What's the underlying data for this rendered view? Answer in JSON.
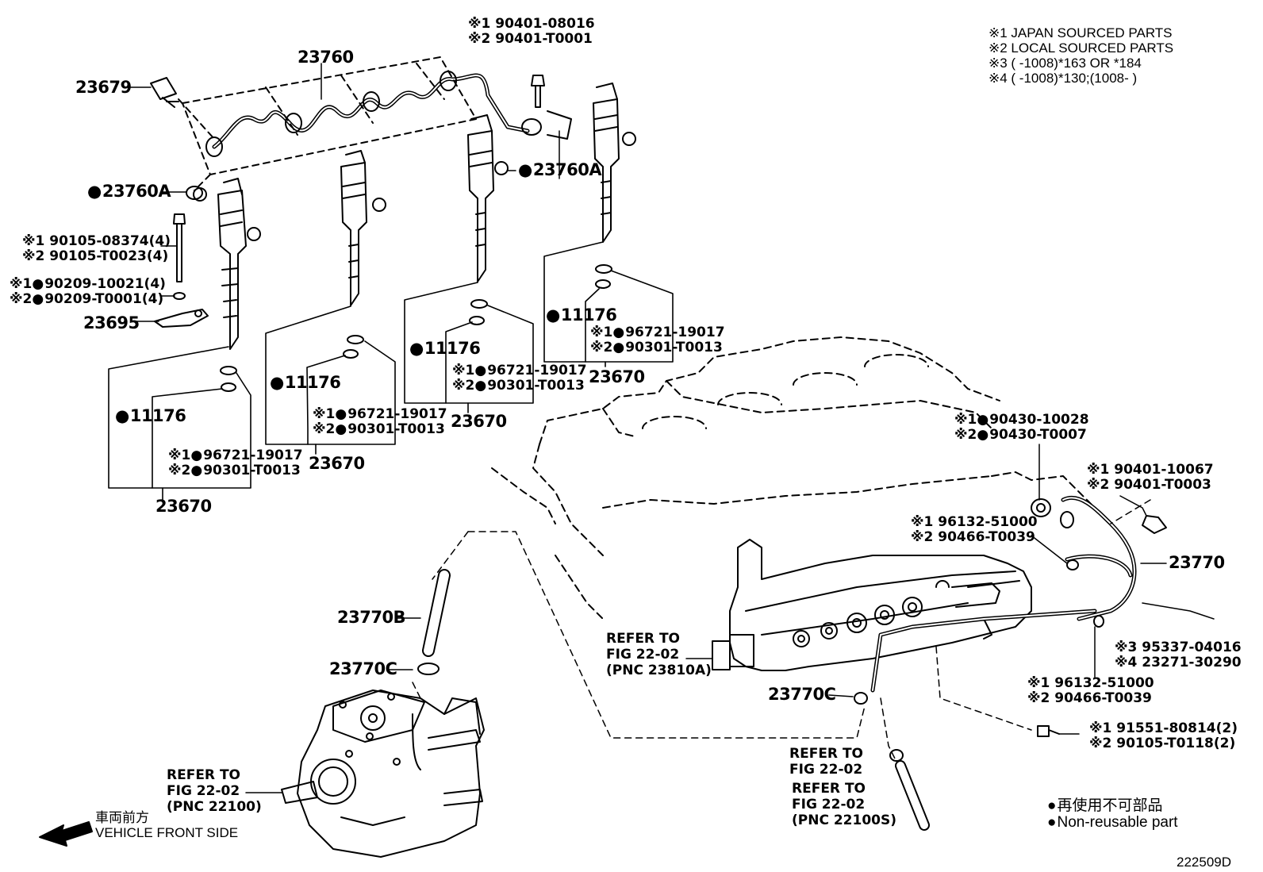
{
  "legend_notes": {
    "note1": "※1 JAPAN SOURCED PARTS",
    "note2": "※2 LOCAL SOURCED PARTS",
    "note3": "※3 (       -1008)*163 OR *184",
    "note4": "※4 (       -1008)*130;(1008-       )"
  },
  "top_bolt": {
    "line1": "※1 90401-08016",
    "line2": "※2 90401-T0001"
  },
  "parts": {
    "p23760": "23760",
    "p23679": "23679",
    "p23760A_right": "23760A",
    "p23760A_left": "23760A",
    "bolt_a1": "※1 90105-08374(4)",
    "bolt_a2": "※2 90105-T0023(4)",
    "washer_a1": "※1",
    "washer_a1_num": "90209-10021(4)",
    "washer_a2": "※2",
    "washer_a2_num": "90209-T0001(4)",
    "p23695": "23695",
    "p11176": "11176",
    "p23670": "23670",
    "seal1": "※1",
    "seal1_num": "96721-19017",
    "seal2": "※2",
    "seal2_num": "90301-T0013",
    "gasket1": "※1",
    "gasket1_num": "90430-10028",
    "gasket2": "※2",
    "gasket2_num": "90430-T0007",
    "union1": "※1 90401-10067",
    "union2": "※2 90401-T0003",
    "clamp_a1": "※1 96132-51000",
    "clamp_a2": "※2 90466-T0039",
    "p23770": "23770",
    "p23770B": "23770B",
    "p23770C_top": "23770C",
    "p23770C_bot": "23770C",
    "hose1": "※3 95337-04016",
    "hose2": "※4 23271-30290",
    "clamp_b1": "※1 96132-51000",
    "clamp_b2": "※2 90466-T0039",
    "screw1": "※1 91551-80814(2)",
    "screw2": "※2 90105-T0118(2)"
  },
  "refs": {
    "ref_rail": {
      "l1": "REFER TO",
      "l2": "FIG 22-02",
      "l3": "(PNC 23810A)"
    },
    "ref_pump": {
      "l1": "REFER TO",
      "l2": "FIG 22-02",
      "l3": "(PNC 22100)"
    },
    "ref_bottom_a": {
      "l1": "REFER TO",
      "l2": "FIG 22-02"
    },
    "ref_bottom_b": {
      "l1": "REFER TO",
      "l2": "FIG 22-02",
      "l3": "(PNC 22100S)"
    }
  },
  "front": {
    "jp": "車両前方",
    "en": "VEHICLE FRONT SIDE"
  },
  "legend_dot": {
    "jp": "再使用不可部品",
    "en": "Non-reusable part"
  },
  "figure_code": "222509D"
}
